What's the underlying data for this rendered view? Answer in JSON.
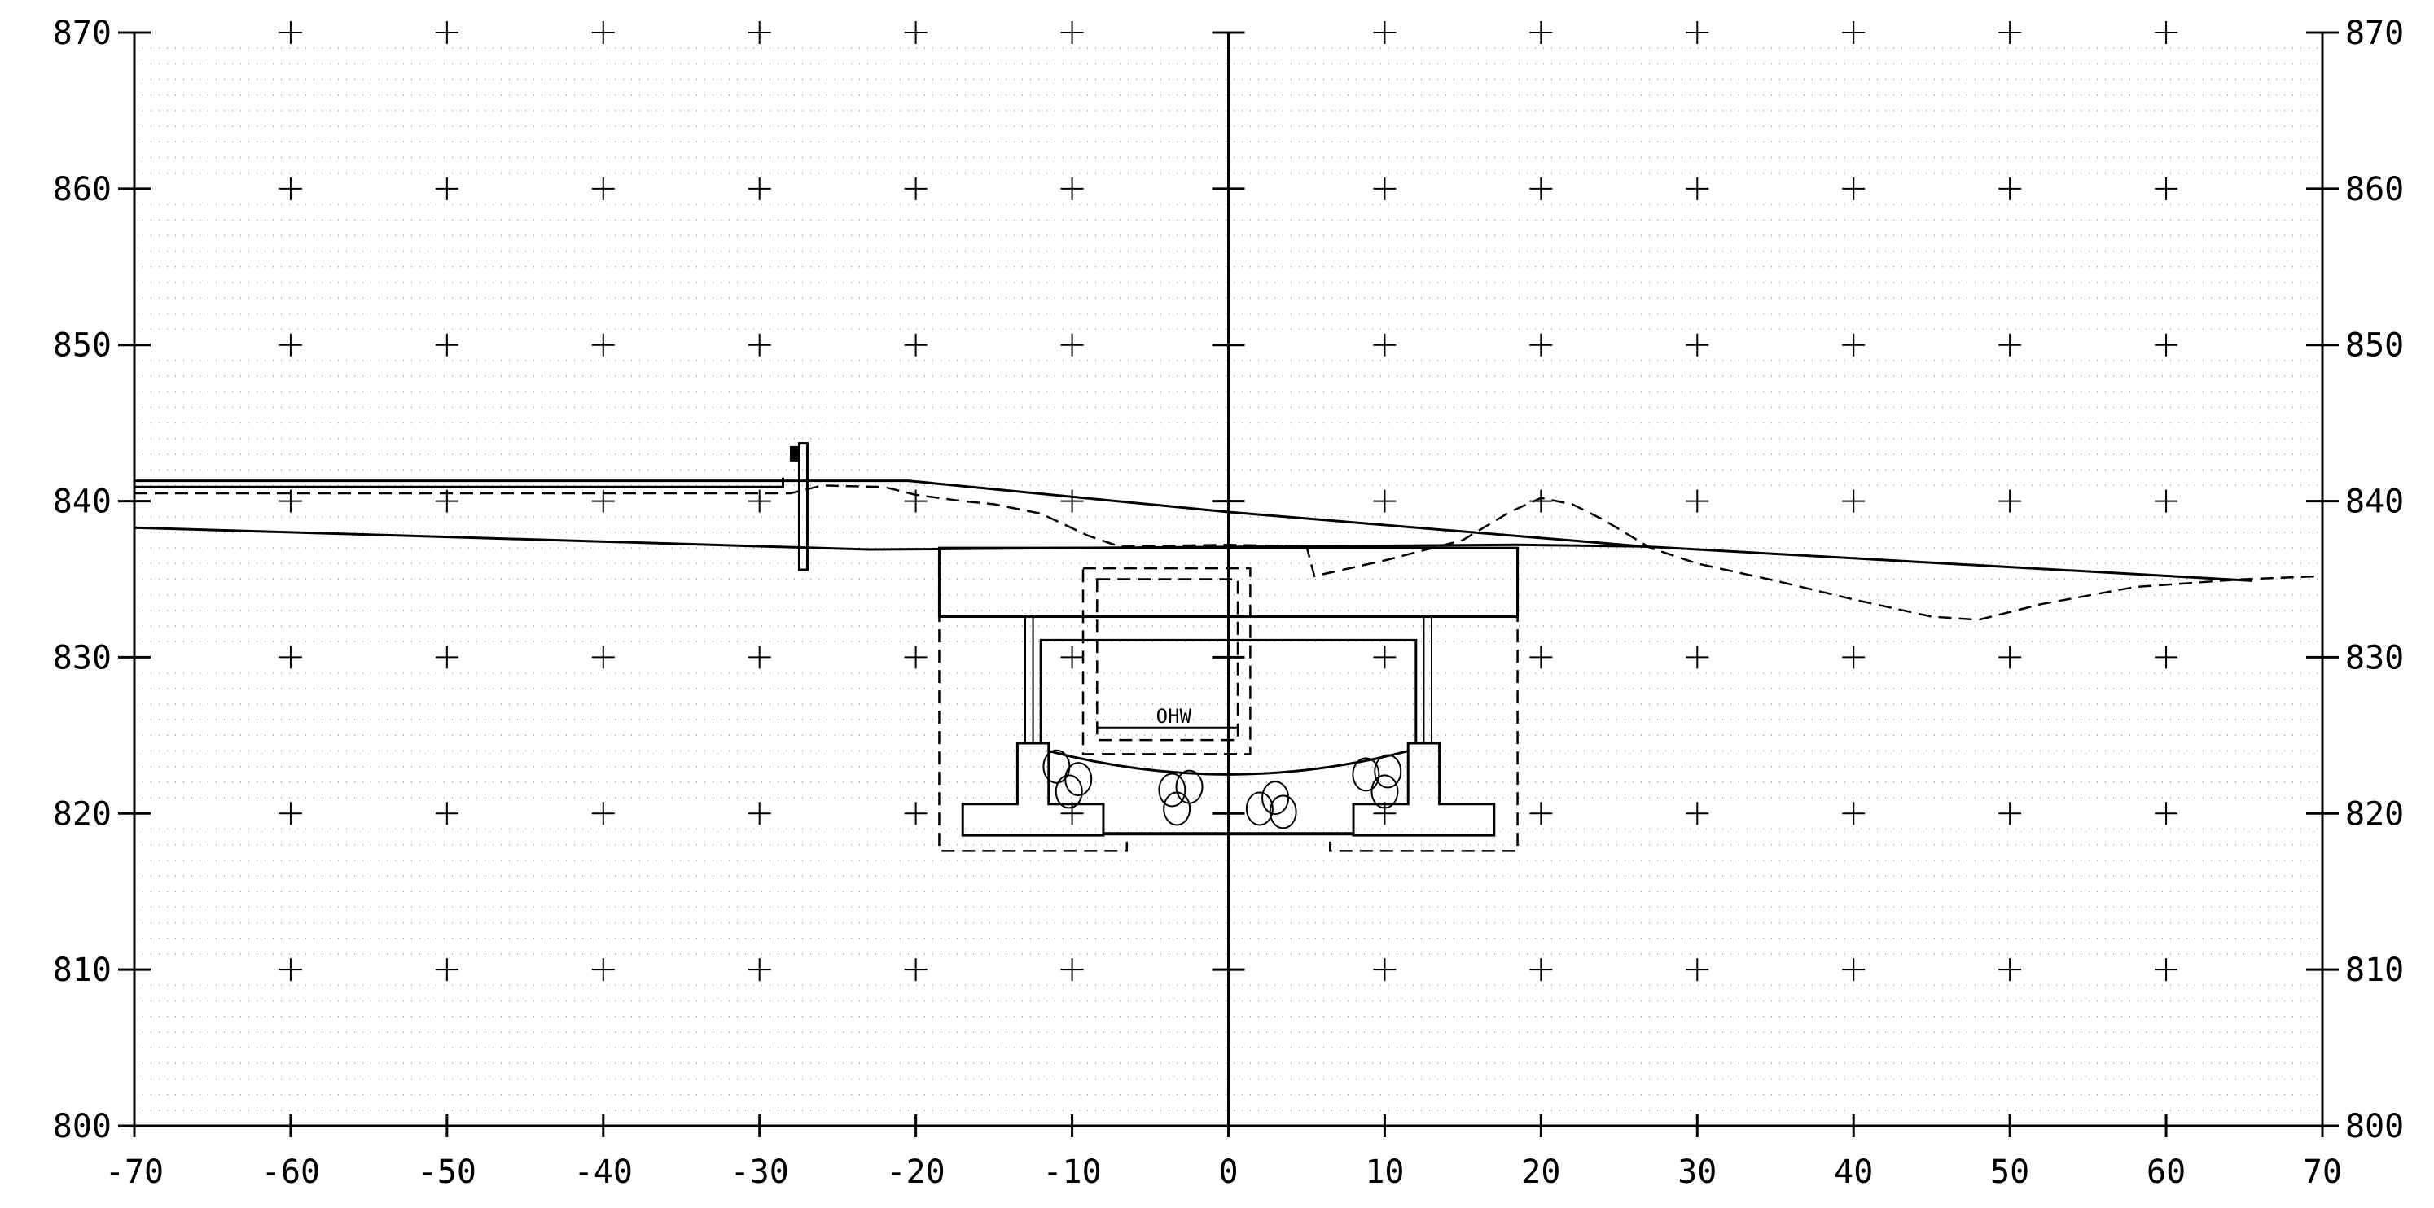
{
  "chart_data": {
    "type": "line",
    "title": "",
    "xlabel": "",
    "ylabel": "",
    "xlim": [
      -70,
      70
    ],
    "ylim": [
      800,
      870
    ],
    "x_ticks": [
      -70,
      -60,
      -50,
      -40,
      -30,
      -20,
      -10,
      0,
      10,
      20,
      30,
      40,
      50,
      60,
      70
    ],
    "x_tick_labels": [
      "-70",
      "-60",
      "-50",
      "-40",
      "-30",
      "-20",
      "-10",
      "0",
      "10",
      "20",
      "30",
      "40",
      "50",
      "60",
      "70"
    ],
    "y_ticks": [
      800,
      810,
      820,
      830,
      840,
      850,
      860,
      870
    ],
    "y_tick_labels_left": [
      "800",
      "810",
      "820",
      "830",
      "840",
      "850",
      "860",
      "870"
    ],
    "y_tick_labels_right": [
      "800",
      "810",
      "820",
      "830",
      "840",
      "850",
      "860",
      "870"
    ],
    "grid": "dotted",
    "series": [
      {
        "style": "solid",
        "x": [
          -70,
          -20.5,
          0,
          26.5,
          65.5
        ],
        "y": [
          841.3,
          841.3,
          839.3,
          837.1,
          834.9
        ]
      },
      {
        "style": "solid",
        "x": [
          -70,
          -28.5,
          -28.5
        ],
        "y": [
          840.9,
          840.9,
          841.5
        ]
      },
      {
        "style": "solid",
        "x": [
          -70,
          -23,
          18.5,
          26.5
        ],
        "y": [
          838.3,
          836.9,
          837.2,
          837.1
        ]
      },
      {
        "style": "dashed",
        "x": [
          -70,
          -28,
          -26,
          -22,
          -20,
          -17,
          -15,
          -12,
          -9,
          -7,
          0,
          5,
          5.5,
          10,
          15,
          18,
          20,
          22,
          24,
          27,
          30,
          35,
          40,
          45,
          48,
          52,
          58,
          65,
          70
        ],
        "y": [
          840.5,
          840.5,
          841,
          840.9,
          840.4,
          840,
          839.8,
          839.2,
          837.8,
          837.1,
          837.2,
          837.1,
          835.2,
          836.2,
          837.5,
          839.3,
          840.2,
          839.8,
          838.8,
          837,
          836,
          834.9,
          833.7,
          832.6,
          832.4,
          833.4,
          834.5,
          835,
          835.2
        ]
      }
    ],
    "culvert": {
      "deck_top": 837.0,
      "deck_bottom": 832.6,
      "x_left": -18.5,
      "x_right": 18.5,
      "inner_left": -12,
      "inner_right": 12,
      "inner_top": 831.1,
      "wall_bottom_outer": 824.5,
      "footing_top": 820.6,
      "footing_bottom": 818.6,
      "footing_left": -17,
      "footing_right": 17,
      "excavation_left": -18.5,
      "excavation_right": 18.5,
      "excavation_bottom": 817.6,
      "channel_bottom": 818.7,
      "channel_left": -8,
      "channel_right": 8,
      "ohw_elev": 825.5,
      "label": "OHW"
    },
    "post": {
      "x": -27.2,
      "top": 843.7,
      "bottom": 835.6
    }
  }
}
